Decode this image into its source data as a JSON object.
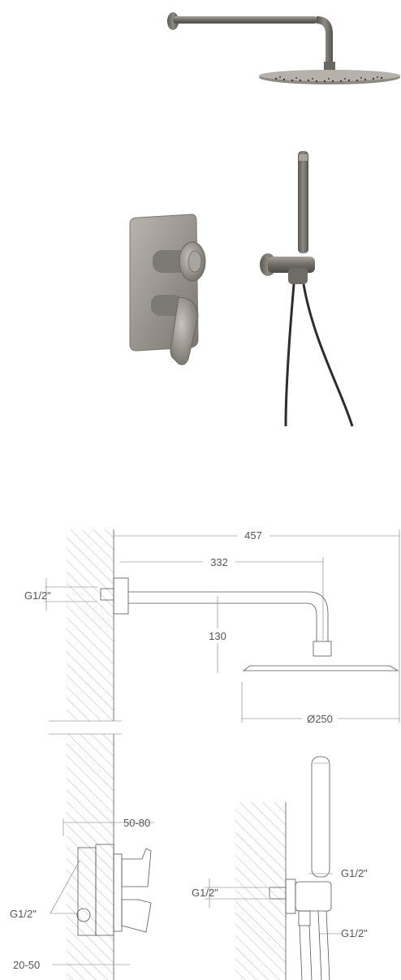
{
  "colors": {
    "metal_dark": "#5d5a55",
    "metal_mid": "#8e8a83",
    "metal_light": "#c7c3bc",
    "drawing_line": "#555555"
  },
  "dimensions": {
    "total_projection": "457",
    "arm_length": "332",
    "inlet_top": "G1/2\"",
    "drop_height": "130",
    "head_diameter": "Ø250",
    "mixer_depth": "50-80",
    "mixer_inlets": "G1/2\"",
    "mixer_recess": "20-50",
    "holder_outlet": "G1/2\"",
    "holder_inlet_left": "G1/2\"",
    "hose_connection": "G1/2\""
  },
  "icons": [
    "rain-shower-head-icon",
    "concealed-mixer-icon",
    "hand-shower-icon"
  ]
}
